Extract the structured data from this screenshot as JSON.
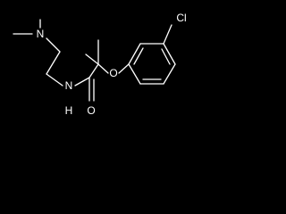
{
  "background_color": "#000000",
  "foreground_color": "#ffffff",
  "atoms": {
    "amine_nitrogen": "N",
    "amide_nitrogen": "N",
    "amide_hydrogen": "H",
    "ether_oxygen": "O",
    "carbonyl_oxygen": "O",
    "chlorine": "Cl"
  }
}
